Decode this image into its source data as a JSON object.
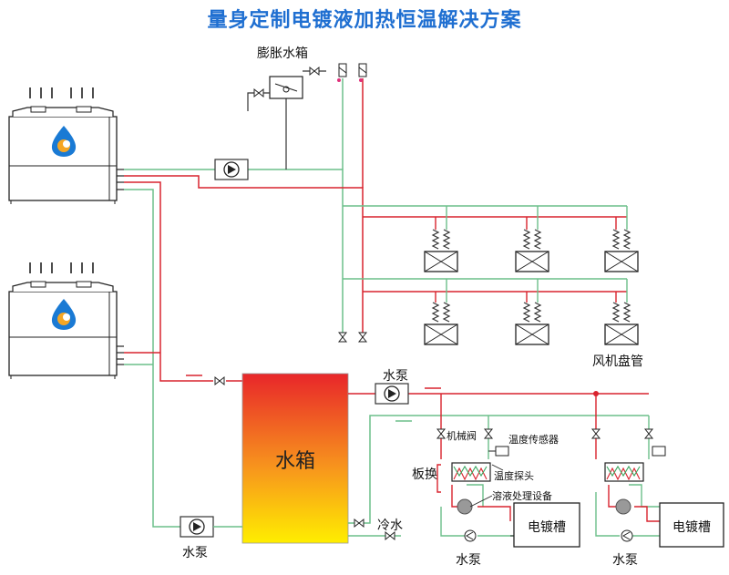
{
  "title": "量身定制电镀液加热恒温解决方案",
  "labels": {
    "expansion_tank": "膨胀水箱",
    "water_tank": "水箱",
    "pump": "水泵",
    "fan_coil": "风机盘管",
    "cold_water": "冷水",
    "mechanical_valve": "机械阀",
    "temperature_sensor": "温度传感器",
    "plate_exchanger": "板换",
    "temperature_probe": "温度探头",
    "solution_treatment": "溶液处理设备",
    "plating_tank": "电镀槽"
  },
  "colors": {
    "title": "#1f6fd1",
    "hot_pipe": "#d9232e",
    "cold_pipe": "#6cbf8a",
    "tank_top": "#e8262a",
    "tank_bottom": "#ffe600"
  },
  "icons": [
    "heat-pump-logo-icon",
    "pump-icon",
    "valve-icon",
    "fan-coil-icon",
    "heat-exchanger-icon",
    "temperature-sensor-icon"
  ]
}
